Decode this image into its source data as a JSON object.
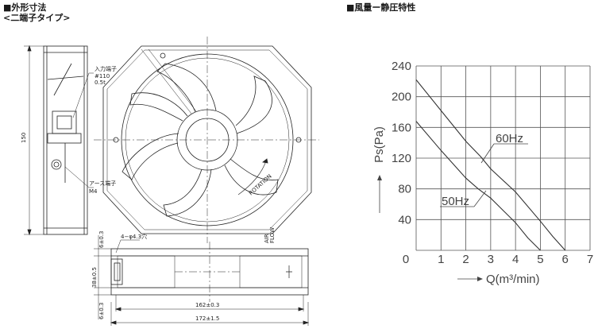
{
  "headers": {
    "outline_title": "■外形寸法",
    "outline_subtitle": "<二端子タイプ>",
    "chart_title": "■風量ー静圧特性"
  },
  "drawing": {
    "dim_height": "150",
    "terminal_label": "入力端子",
    "terminal_spec_1": "#110",
    "terminal_spec_2": "0.5t",
    "earth_label": "アース端子",
    "earth_size": "M4",
    "hole_label": "4−φ4.3穴",
    "rotation_label": "ROTATION",
    "flow_label_1": "AIR",
    "flow_label_2": "FLOW",
    "dim_top_03": "6±0.3",
    "dim_depth": "38±0.5",
    "dim_bottom_03": "6±0.3",
    "dim_pitch": "162±0.3",
    "dim_width": "172±1.5"
  },
  "chart_data": {
    "type": "line",
    "title": "",
    "xlabel": "Q(m³/min)",
    "ylabel": "Ps(Pa)",
    "xlim": [
      0,
      7
    ],
    "ylim": [
      0,
      240
    ],
    "x_ticks": [
      "0",
      "1",
      "2",
      "3",
      "4",
      "5",
      "6",
      "7"
    ],
    "y_ticks": [
      "40",
      "80",
      "120",
      "160",
      "200",
      "240"
    ],
    "grid": true,
    "series": [
      {
        "name": "60Hz",
        "points": [
          [
            0,
            222
          ],
          [
            1,
            182
          ],
          [
            2,
            142
          ],
          [
            2.6,
            122
          ],
          [
            3,
            106
          ],
          [
            4,
            76
          ],
          [
            5,
            38
          ],
          [
            5.5,
            18
          ],
          [
            6,
            0
          ]
        ]
      },
      {
        "name": "50Hz",
        "points": [
          [
            0,
            168
          ],
          [
            1,
            130
          ],
          [
            2,
            94
          ],
          [
            2.5,
            80
          ],
          [
            3,
            68
          ],
          [
            4,
            36
          ],
          [
            4.5,
            16
          ],
          [
            5,
            0
          ]
        ]
      }
    ]
  }
}
